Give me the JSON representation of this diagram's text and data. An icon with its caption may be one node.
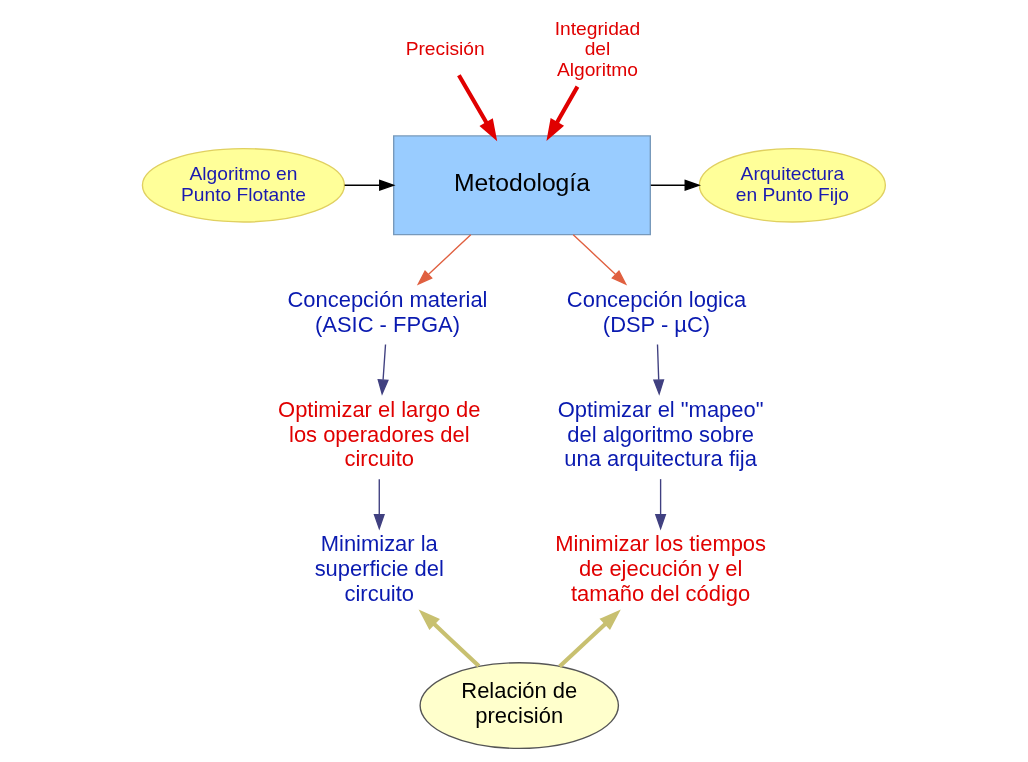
{
  "diagram": {
    "nodes": [
      {
        "text": [
          "Algoritmo en Punto Flotante"
        ]
      },
      {
        "text": [
          "Metodología"
        ]
      },
      {
        "text": [
          "Arquitectura en Punto Fijo"
        ]
      },
      {
        "text": [
          "Precisión"
        ]
      },
      {
        "text": [
          "Integridad del Algoritmo"
        ]
      },
      {
        "text": [
          "Concepción material (ASIC - FPGA)"
        ]
      },
      {
        "text": [
          "Optimizar el largo de los operadores del circuito"
        ]
      },
      {
        "text": [
          "Minimizar la superficie del circuito"
        ]
      },
      {
        "text": [
          "Concepción logica (DSP - µC)"
        ]
      },
      {
        "text": [
          "Optimizar el \"mapeo\" del algoritmo sobre una arquitectura fija"
        ]
      },
      {
        "text": [
          "Minimizar los tiempos de ejecución y el tamaño del código"
        ]
      },
      {
        "text": [
          "Relación de precisión"
        ]
      }
    ],
    "edges": [
      {
        "from": 0,
        "to": 1,
        "arrow": "to",
        "color": "#000000"
      },
      {
        "from": 1,
        "to": 2,
        "arrow": "to",
        "color": "#000000"
      },
      {
        "from": 3,
        "to": 1,
        "arrow": "to",
        "color": "#e00000",
        "style": "thick"
      },
      {
        "from": 4,
        "to": 1,
        "arrow": "to",
        "color": "#e00000",
        "style": "thick"
      },
      {
        "from": 1,
        "to": 5,
        "arrow": "to",
        "color": "#e06040"
      },
      {
        "from": 1,
        "to": 8,
        "arrow": "to",
        "color": "#e06040"
      },
      {
        "from": 5,
        "to": 6,
        "arrow": "to",
        "color": "#404080"
      },
      {
        "from": 6,
        "to": 7,
        "arrow": "to",
        "color": "#404080"
      },
      {
        "from": 8,
        "to": 9,
        "arrow": "to",
        "color": "#404080"
      },
      {
        "from": 9,
        "to": 10,
        "arrow": "to",
        "color": "#404080"
      },
      {
        "from": 11,
        "to": 7,
        "arrow": "to",
        "style": "thick",
        "color": "#c8c070"
      },
      {
        "from": 11,
        "to": 10,
        "arrow": "to",
        "style": "thick",
        "color": "#c8c070"
      }
    ]
  }
}
